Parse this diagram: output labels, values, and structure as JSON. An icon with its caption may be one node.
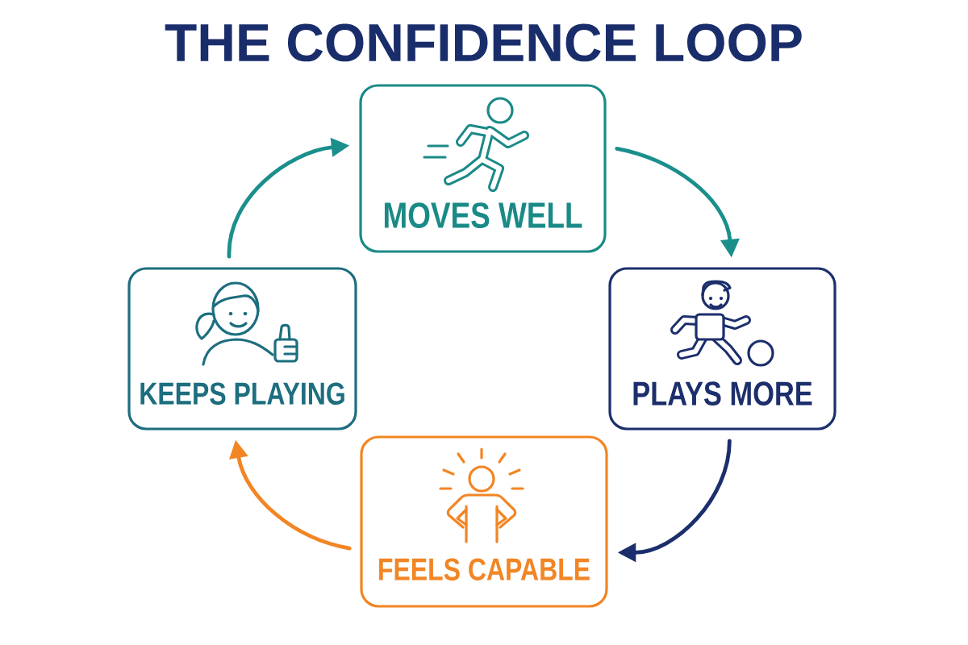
{
  "diagram": {
    "title": "THE CONFIDENCE LOOP",
    "nodes": [
      {
        "text": [
          "MOVES WELL"
        ]
      },
      {
        "text": [
          "KEEPS PLAYING"
        ]
      },
      {
        "text": [
          "PLAYS MORE"
        ]
      },
      {
        "text": [
          "FEELS CAPABLE"
        ]
      }
    ],
    "edges": [
      {
        "from": 0,
        "to": 2,
        "arrow": "to",
        "color": "#1a8f8c"
      },
      {
        "from": 2,
        "to": 3,
        "arrow": "to",
        "color": "#1c2f6c"
      },
      {
        "from": 3,
        "to": 1,
        "arrow": "to",
        "color": "#f28524"
      },
      {
        "from": 1,
        "to": 0,
        "arrow": "to",
        "color": "#1a8f8c"
      }
    ]
  }
}
